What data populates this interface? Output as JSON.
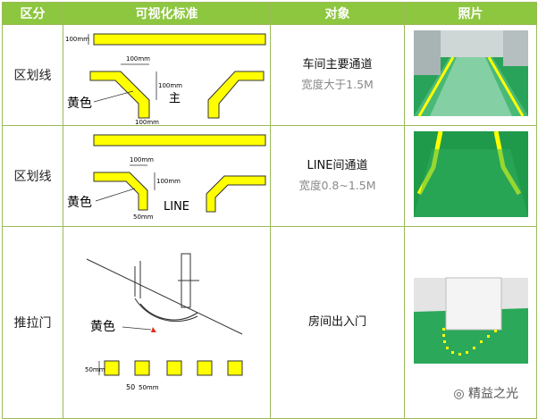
{
  "header": {
    "col1": "区分",
    "col2": "可视化标准",
    "col3": "对象",
    "col4": "照片"
  },
  "rows": [
    {
      "category": "区划线",
      "object_main": "车间主要通道",
      "object_sub": "宽度大于1.5M",
      "fig": {
        "dim_a": "100mm",
        "dim_b": "100mm",
        "dim_c": "100mm",
        "dim_d": "100mm",
        "label_color": "黄色",
        "label_main": "主"
      }
    },
    {
      "category": "区划线",
      "object_main": "LINE间通道",
      "object_sub": "宽度0.8~1.5M",
      "fig": {
        "dim_a": "100mm",
        "dim_b": "100mm",
        "dim_c": "50mm",
        "label_color": "黄色",
        "label_line": "LINE"
      }
    },
    {
      "category": "推拉门",
      "object_main": "房间出入门",
      "object_sub": "",
      "fig": {
        "dim_a": "50mm",
        "dim_b": "50",
        "dim_c": "50mm",
        "label_color": "黄色"
      }
    }
  ],
  "watermark": "精益之光",
  "colors": {
    "header_bg": "#8dc63f",
    "border": "#9bbb59",
    "yellow_line": "#ffff00",
    "floor_green": "#1f9a4a"
  }
}
